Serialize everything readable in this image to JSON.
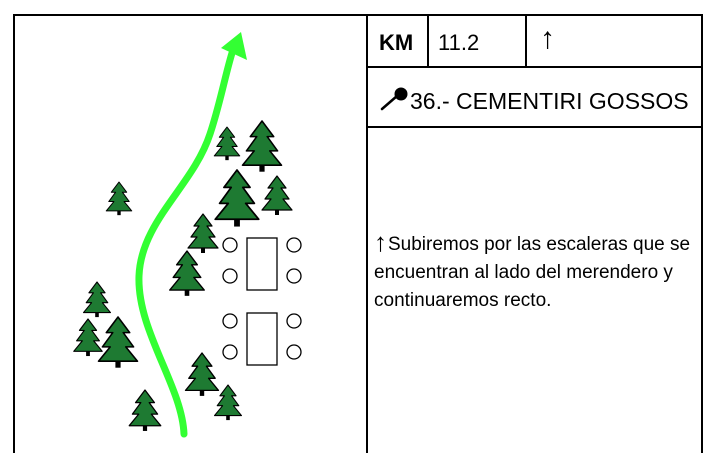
{
  "header": {
    "km_label": "KM",
    "km_value": "11.2",
    "direction_arrow": "↑"
  },
  "station": {
    "icon": "map-pin-icon",
    "title": "36.- CEMENTIRI GOSSOS"
  },
  "instruction": {
    "icon": "up-arrow-icon",
    "arrow": "↑",
    "text": "Subiremos por las escaleras que se encuentran al lado del merendero y continuaremos recto."
  },
  "map": {
    "route_color": "#33ff33",
    "tree_color": "#1e7a32"
  }
}
